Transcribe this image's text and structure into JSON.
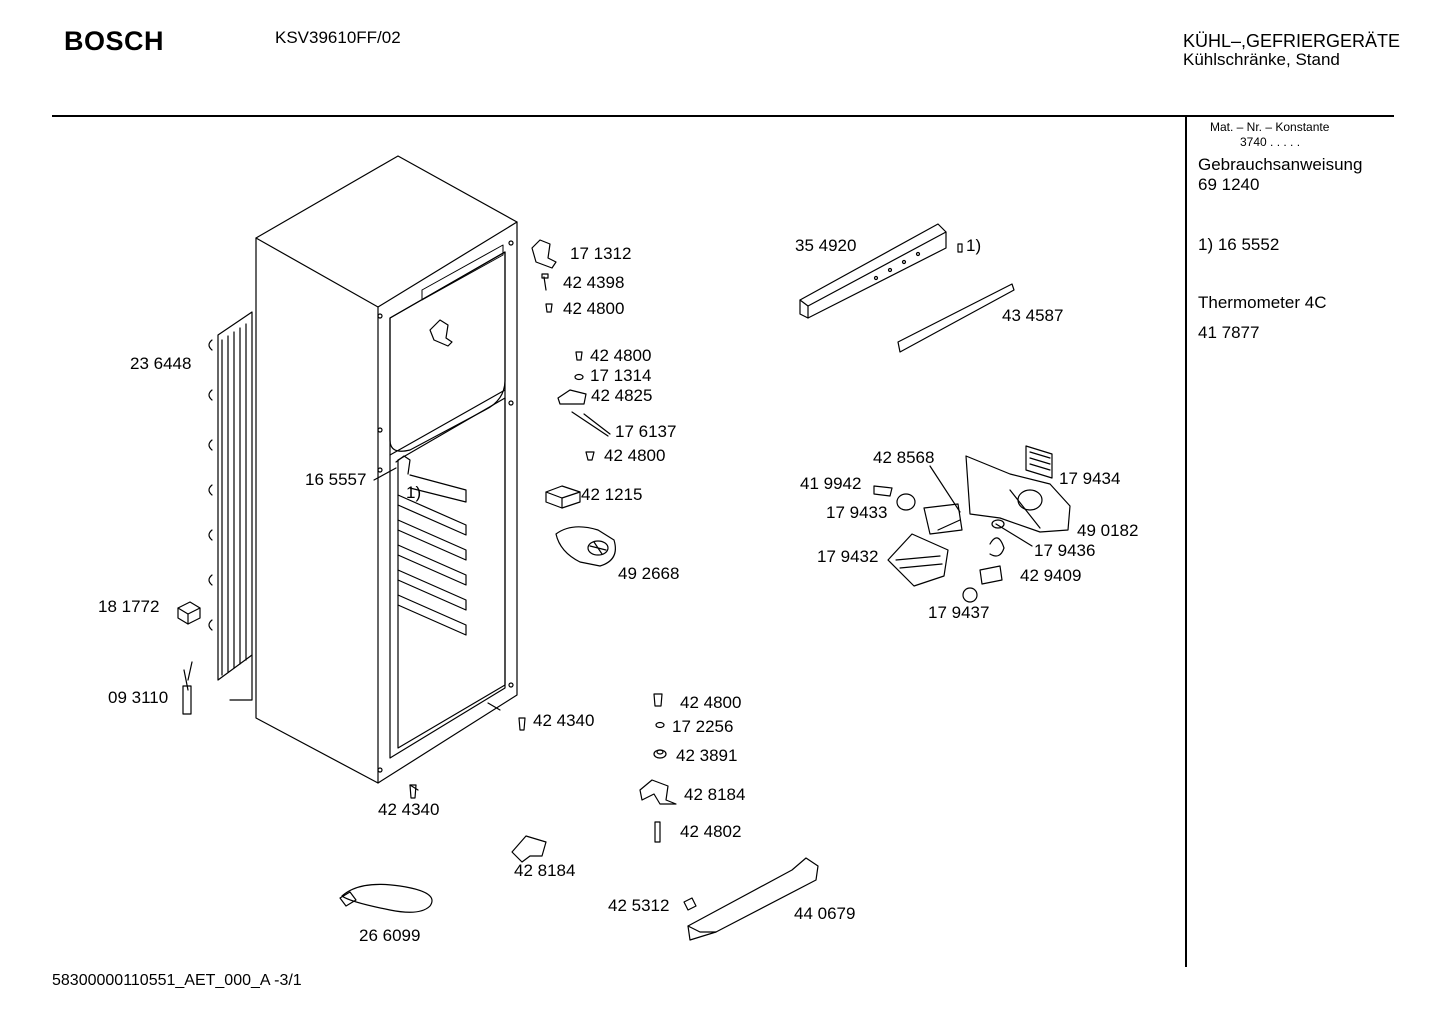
{
  "header": {
    "brand": "BOSCH",
    "model": "KSV39610FF/02",
    "category_line1": "KÜHL–,GEFRIERGERÄTE",
    "category_line2": "Kühlschränke, Stand"
  },
  "sidebar": {
    "mat_label": "Mat. – Nr. – Konstante",
    "mat_value": "3740 . . . . .",
    "manual_label": "Gebrauchsanweisung",
    "manual_number": "69 1240",
    "note": "1) 16 5552",
    "thermometer_label": "Thermometer 4C",
    "thermometer_number": "41 7877"
  },
  "part_labels": {
    "p171312": "17 1312",
    "p424398": "42 4398",
    "p424800a": "42 4800",
    "p424800b": "42 4800",
    "p171314": "17 1314",
    "p424825": "42 4825",
    "p176137": "17 6137",
    "p424800c": "42 4800",
    "p421215": "42 1215",
    "p492668": "49 2668",
    "p236448": "23 6448",
    "p165557": "16 5557",
    "note_frame": "1)",
    "p181772": "18 1772",
    "p093110": "09 3110",
    "p424340a": "42 4340",
    "p424340b": "42 4340",
    "p424800d": "42 4800",
    "p172256": "17 2256",
    "p423891": "42 3891",
    "p428184a": "42 8184",
    "p424802": "42 4802",
    "p428184b": "42 8184",
    "p266099": "26 6099",
    "p425312": "42 5312",
    "p440679": "44 0679",
    "p354920": "35 4920",
    "note_panel": "1)",
    "p434587": "43 4587",
    "p428568": "42 8568",
    "p179434": "17 9434",
    "p419942": "41 9942",
    "p179433": "17 9433",
    "p490182": "49 0182",
    "p179436": "17 9436",
    "p179432": "17 9432",
    "p429409": "42 9409",
    "p179437": "17 9437"
  },
  "footer": {
    "doc_id": "58300000110551_AET_000_A -3/1"
  }
}
